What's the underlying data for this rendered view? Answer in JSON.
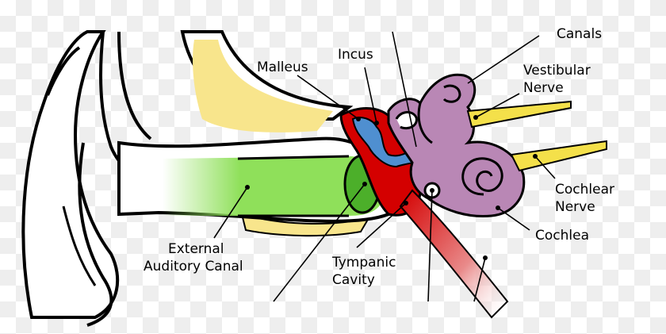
{
  "labels": {
    "canals": "Canals",
    "malleus": "Malleus",
    "incus": "Incus",
    "vestibular_1": "Vestibular",
    "vestibular_2": "Nerve",
    "cochlear_1": "Cochlear",
    "cochlear_2": "Nerve",
    "cochlea": "Cochlea",
    "external_1": "External",
    "external_2": "Auditory Canal",
    "tympanic_1": "Tympanic",
    "tympanic_2": "Cavity"
  },
  "colors": {
    "outline": "#000000",
    "bone_yellow": "#f8e58c",
    "canal_green": "#8fe05a",
    "eardrum_green": "#4caf2a",
    "middle_ear_red": "#d40000",
    "ossicle_blue": "#4f8fd0",
    "inner_ear_purple": "#b987b5",
    "nerve_yellow": "#f4e04a",
    "tube_pink": "#e06a6a"
  }
}
